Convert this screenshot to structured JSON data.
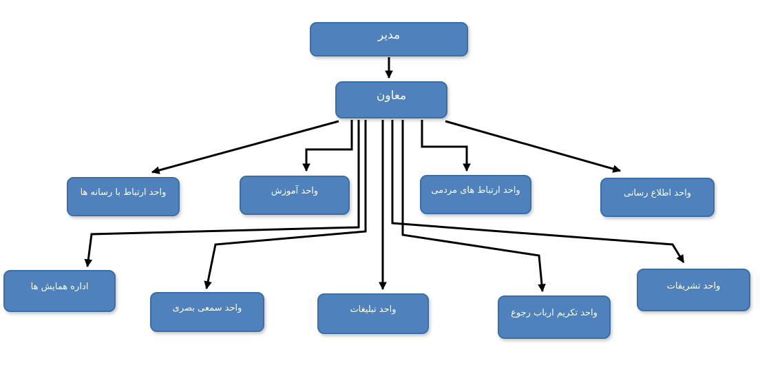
{
  "diagram": {
    "type": "org-chart",
    "direction": "rtl",
    "colors": {
      "background": "#ffffff",
      "node_fill": "#4f81bd",
      "node_border": "#3a6ea5",
      "node_text": "#ffffff",
      "connector": "#000000"
    },
    "nodes": {
      "manager": "مدیر",
      "deputy": "معاون",
      "media_relations": "واحد ارتباط با رسانه ها",
      "education": "واحد آموزش",
      "public_relations": "واحد ارتباط های مردمی",
      "information": "واحد اطلاع رسانی",
      "conferences": "اداره همایش ها",
      "audio_visual": "واحد سمعی بصری",
      "advertising": "واحد تبلیغات",
      "client_honoring": "واحد تکریم ارباب رجوع",
      "protocol": "واحد تشریفات"
    },
    "edges": [
      {
        "from": "manager",
        "to": "deputy"
      },
      {
        "from": "deputy",
        "to": "media_relations"
      },
      {
        "from": "deputy",
        "to": "education"
      },
      {
        "from": "deputy",
        "to": "public_relations"
      },
      {
        "from": "deputy",
        "to": "information"
      },
      {
        "from": "deputy",
        "to": "conferences"
      },
      {
        "from": "deputy",
        "to": "audio_visual"
      },
      {
        "from": "deputy",
        "to": "advertising"
      },
      {
        "from": "deputy",
        "to": "client_honoring"
      },
      {
        "from": "deputy",
        "to": "protocol"
      }
    ]
  }
}
